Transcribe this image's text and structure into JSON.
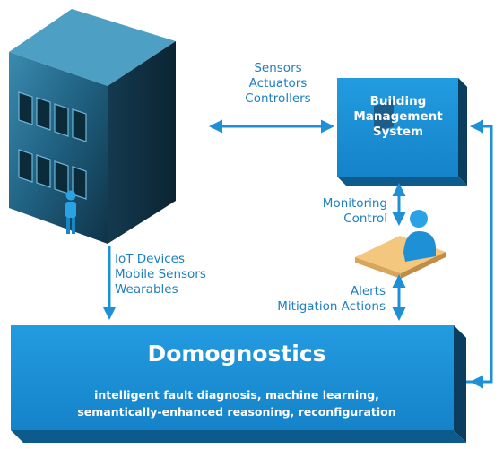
{
  "labels": {
    "sensors": [
      "Sensors",
      "Actuators",
      "Controllers"
    ],
    "monitoring": [
      "Monitoring",
      "Control"
    ],
    "iot": [
      "IoT Devices",
      "Mobile Sensors",
      "Wearables"
    ],
    "alerts": [
      "Alerts",
      "Mitigation Actions"
    ]
  },
  "bms": {
    "lines": [
      "Building",
      "Management",
      "System"
    ]
  },
  "domognostics": {
    "title": "Domognostics",
    "subtitle_lines": [
      "intelligent fault diagnosis, machine learning,",
      "semantically-enhanced reasoning, reconfiguration"
    ]
  },
  "colors": {
    "primary_blue": "#1e90d6",
    "dark_blue": "#0d5b8c",
    "text_blue": "#1e7fc0",
    "building": "#2b6f8d"
  },
  "icons": [
    "building-icon",
    "person-icon",
    "operator-at-desk-icon"
  ]
}
